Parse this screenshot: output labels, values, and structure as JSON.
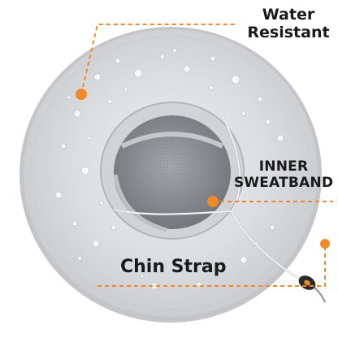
{
  "labels": {
    "water_resistant": {
      "line1": "Water",
      "line2": "Resistant"
    },
    "inner_sweatband": {
      "line1": "INNER",
      "line2": "SWEATBAND"
    },
    "chin_strap": "Chin Strap"
  },
  "colors": {
    "accent": "#f0892a",
    "brim": "#d9dadd",
    "crown_mesh": "#8e9195",
    "background": "#ffffff",
    "text": "#1a1a1a"
  },
  "icons": {
    "callout_marker": "orange-dot-icon"
  }
}
